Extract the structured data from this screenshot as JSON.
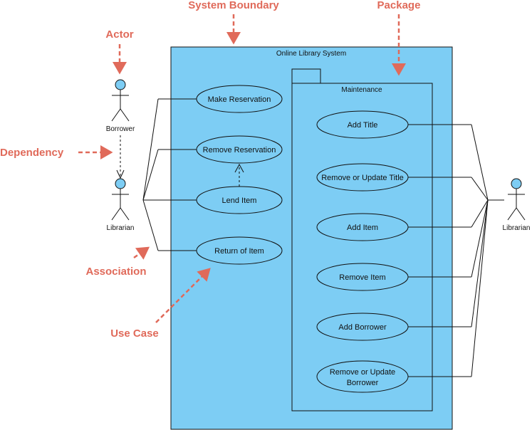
{
  "system": {
    "title": "Online Library System"
  },
  "package": {
    "title": "Maintenance"
  },
  "actors": {
    "borrower": "Borrower",
    "librarian_left": "Librarian",
    "librarian_right": "Librarian"
  },
  "use_cases_left": {
    "make_reservation": "Make Reservation",
    "remove_reservation": "Remove Reservation",
    "lend_item": "Lend Item",
    "return_item": "Return of Item"
  },
  "use_cases_maintenance": {
    "add_title": "Add Title",
    "remove_update_title": "Remove or Update Title",
    "add_item": "Add Item",
    "remove_item": "Remove Item",
    "add_borrower": "Add Borrower",
    "remove_update_borrower_1": "Remove or Update",
    "remove_update_borrower_2": "Borrower"
  },
  "annotations": {
    "system_boundary": "System Boundary",
    "package": "Package",
    "actor": "Actor",
    "dependency": "Dependency",
    "association": "Association",
    "use_case": "Use Case"
  },
  "colors": {
    "system_fill": "#7dcdf4",
    "usecase_fill": "#7dcdf4",
    "annotation": "#e06a5a",
    "line": "#111111"
  }
}
